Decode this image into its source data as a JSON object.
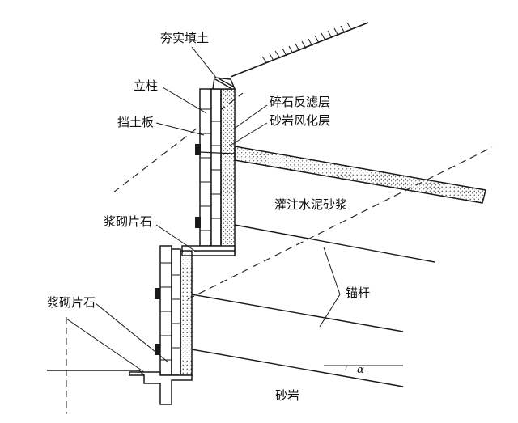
{
  "labels": {
    "compacted_fill": "夯实填土",
    "column": "立柱",
    "retaining_plate": "挡土板",
    "gravel_filter": "碎石反滤层",
    "weathered_sandstone": "砂岩风化层",
    "grout_pour": "灌注水泥砂浆",
    "mortar_rubble_upper": "浆砌片石",
    "mortar_rubble_lower": "浆砌片石",
    "anchor_rod": "锚杆",
    "sandstone": "砂岩",
    "angle_symbol": "α"
  },
  "colors": {
    "line": "#1a1a1a",
    "background": "#ffffff"
  }
}
